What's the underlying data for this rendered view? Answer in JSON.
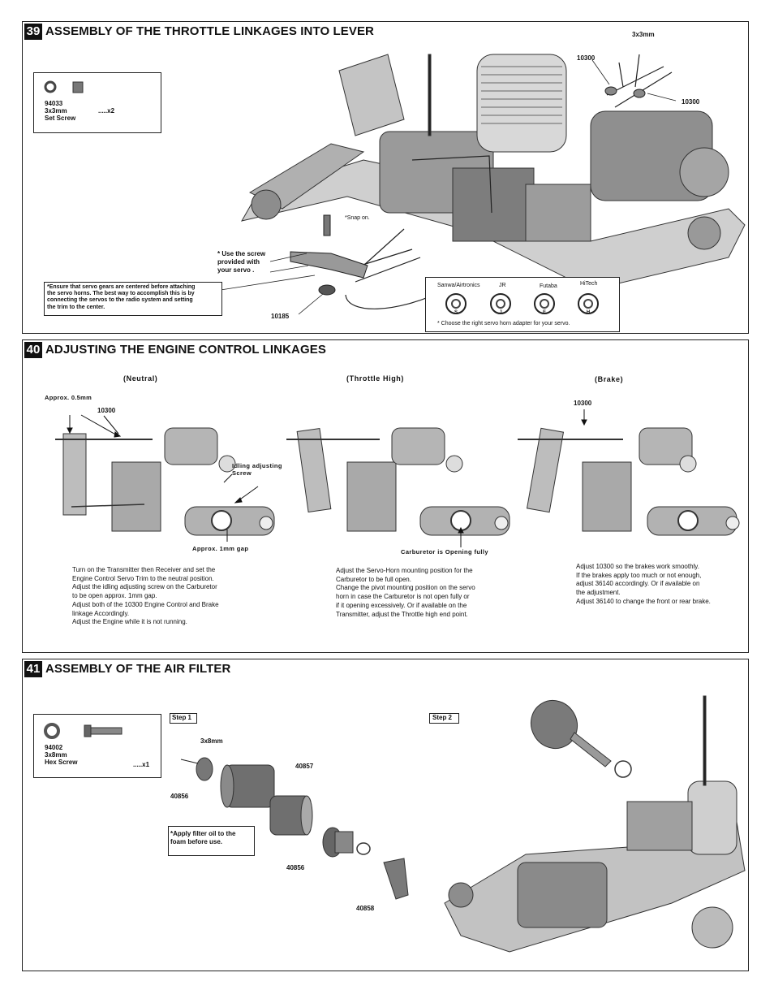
{
  "steps": [
    {
      "number": "39",
      "title": "ASSEMBLY OF THE THROTTLE LINKAGES INTO LEVER"
    },
    {
      "number": "40",
      "title": "ADJUSTING THE ENGINE CONTROL LINKAGES"
    },
    {
      "number": "41",
      "title": "ASSEMBLY OF THE AIR FILTER"
    }
  ],
  "step39": {
    "part_box": {
      "code": "94033",
      "size": "3x3mm",
      "qty": ".....x2",
      "name": "Set Screw"
    },
    "label_3x3mm": "3x3mm",
    "label_10300_a": "10300",
    "label_10300_b": "10300",
    "snap_on": "*Snap on.",
    "use_screw": "* Use the screw\nprovided with\nyour servo .",
    "note": "*Ensure that servo gears are centered before attaching\nthe servo horns. The best way to accomplish this is by\nconnecting the servos to the radio system and setting\nthe trim to the center.",
    "label_10185": "10185",
    "horns": [
      {
        "brand": "Sanwa/Airtronics",
        "letter": "S"
      },
      {
        "brand": "JR",
        "letter": "J"
      },
      {
        "brand": "Futaba",
        "letter": "F"
      },
      {
        "brand": "HiTech",
        "letter": "H"
      }
    ],
    "horn_caption": "* Choose the right servo horn adapter for your servo."
  },
  "step40": {
    "neutral": "(Neutral)",
    "throttle_high": "(Throttle High)",
    "brake": "(Brake)",
    "approx_05": "Approx. 0.5mm",
    "label_10300_n": "10300",
    "label_10300_b": "10300",
    "idling_screw": "Idling adjusting\nScrew",
    "approx_1mm": "Approx. 1mm gap",
    "carb_open": "Carburetor is Opening fully",
    "text_neutral": "Turn on the Transmitter then Receiver and set the\nEngine Control Servo Trim to the neutral position.\nAdjust the idling adjusting screw on the Carburetor\nto be open approx. 1mm gap.\nAdjust both of the 10300 Engine Control and Brake\nlinkage Accordingly.\nAdjust the Engine while it is not running.",
    "text_throttle": "Adjust the Servo-Horn mounting position for the\nCarburetor to be full open.\nChange the pivot mounting position on the servo\nhorn in case the Carburetor is not open fully or\nif it opening excessively. Or if available on the\nTransmitter, adjust the Throttle high end point.",
    "text_brake": "Adjust 10300 so the brakes work smoothly.\nIf the brakes apply too much or not enough,\nadjust 36140 accordingly. Or if available on\nthe adjustment.\nAdjust 36140 to change the front or rear brake."
  },
  "step41": {
    "part_box": {
      "code": "94002",
      "size": "3x8mm",
      "name": "Hex Screw",
      "qty": ".....x1"
    },
    "step1": "Step 1",
    "step2": "Step 2",
    "label_3x8mm": "3x8mm",
    "label_40857": "40857",
    "label_40856_a": "40856",
    "label_40856_b": "40856",
    "label_40858": "40858",
    "oil_note": "*Apply filter oil to the\nfoam before use."
  }
}
